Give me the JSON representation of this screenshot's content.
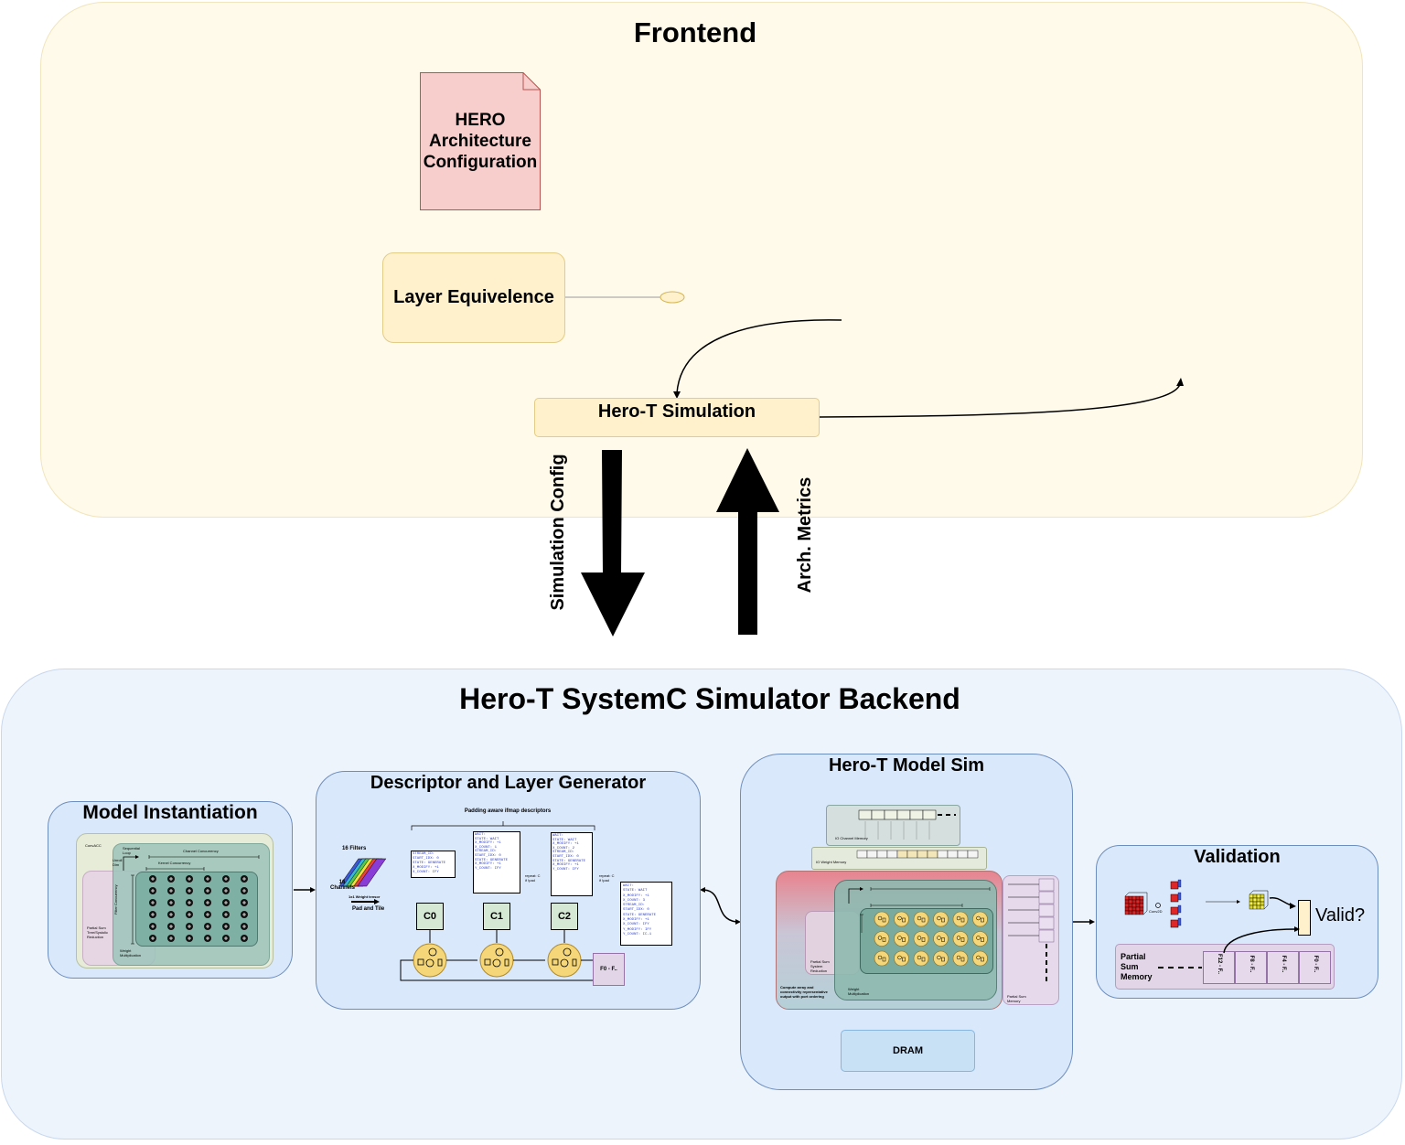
{
  "frontend": {
    "title": "Frontend",
    "hero_config": "HERO Architecture Configuration",
    "layer_equivalence": "Layer Equivelence",
    "herot_simulation": "Hero-T Simulation",
    "sim_config_label": "Simulation Config",
    "arch_metrics_label": "Arch. Metrics"
  },
  "backend": {
    "title": "Hero-T SystemC Simulator Backend",
    "model_instantiation": {
      "title": "Model Instantiation",
      "convacc": "ConvACC",
      "channel_concurrency": "Channel Concurrency",
      "kernel_concurrency": "Kernel Concurrency",
      "filter_concurrency": "Filter Concurrency",
      "sequential_loop": "Sequential Loop",
      "unrolled_dim": "Unroll Dim",
      "partial_sum": "Partial Sum Tree/Systolic Reduction",
      "weight_mult": "Weight Multiplication"
    },
    "descriptor": {
      "title": "Descriptor and Layer Generator",
      "padding_header": "Padding aware ifmap descriptors",
      "filters": "16 Filters",
      "channels": "16 Channels",
      "weight_tensor": "1x1 Weight tensor",
      "pad_tile": "Pad and Tile",
      "cores": [
        "C0",
        "C1",
        "C2"
      ],
      "f0": "F0 - F..",
      "repeat": "repeat: C if !pad",
      "code1": [
        "STREAM_ID:",
        "START_IDX: 0",
        "STATE: GENERATE",
        "X_MODIFY: +1",
        "X_COUNT: IFY"
      ],
      "code2": [
        "WAIT:",
        "STATE: WAIT",
        "X_MODIFY: +1",
        "X_COUNT: 1",
        "STREAM_ID:",
        "START_IDX: 0",
        "STATE: GENERATE",
        "X_MODIFY: +1",
        "Y_COUNT: IFY"
      ],
      "code3": [
        "WAIT:",
        "STATE: WAIT",
        "X_MODIFY: +1",
        "X_COUNT: 2",
        "STREAM_ID:",
        "START_IDX: 0",
        "STATE: GENERATE",
        "X_MODIFY: +1",
        "Y_COUNT: IFY"
      ],
      "code4": [
        "WAIT:",
        "STATE: WAIT",
        "X_MODIFY: +1",
        "X_COUNT: 3",
        "STREAM_ID:",
        "START_IDX: 0",
        "STATE: GENERATE",
        "X_MODIFY: +1",
        "X_COUNT: IFY",
        "Y_MODIFY: IFY",
        "Y_COUNT: IC-1"
      ]
    },
    "model_sim": {
      "title": "Hero-T Model Sim",
      "ifmap_memory": "IO Channel Memory",
      "weight_memory": "IO Weight Memory",
      "compute_note": "Compute array and connectivity representative output with port ordering",
      "partial_sum": "Partial Sum System Reduction",
      "weight_mult": "Weight Multiplication",
      "psum_memory": "Partial Sum Memory",
      "dram": "DRAM"
    },
    "validation": {
      "title": "Validation",
      "conv2d": "Conv2D",
      "valid": "Valid?",
      "psum_memory": "Partial Sum Memory",
      "psum_cells": [
        "F12 - F..",
        "F8 - F..",
        "F4 - F..",
        "F0 - F.."
      ]
    }
  },
  "colors": {
    "frontend_bg": "#fffaea",
    "backend_bg": "#eef4fc",
    "panel_bg": "#dae8fb",
    "pink_doc": "#f8cecc",
    "yellow_box": "#fff1cc"
  }
}
